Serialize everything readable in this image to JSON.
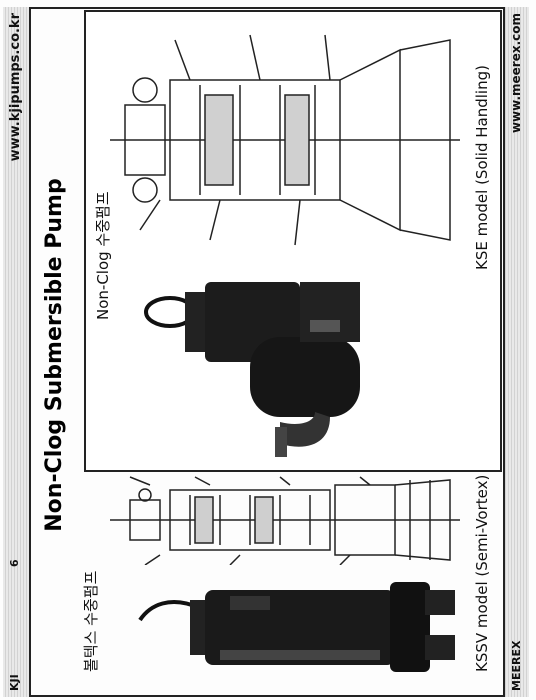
{
  "header": {
    "logo_text": "KJI",
    "page_number": "6",
    "url": "www.kjipumps.co.kr"
  },
  "footer": {
    "brand": "MEEREX",
    "url": "www.meerex.com"
  },
  "slide": {
    "title": "Non-Clog Submersible Pump",
    "left": {
      "korean_label": "볼텍스 수중펌프",
      "caption": "KSSV model (Semi-Vortex)"
    },
    "right": {
      "korean_label": "Non-Clog 수중펌프",
      "caption": "KSE model (Solid Handling)"
    }
  }
}
